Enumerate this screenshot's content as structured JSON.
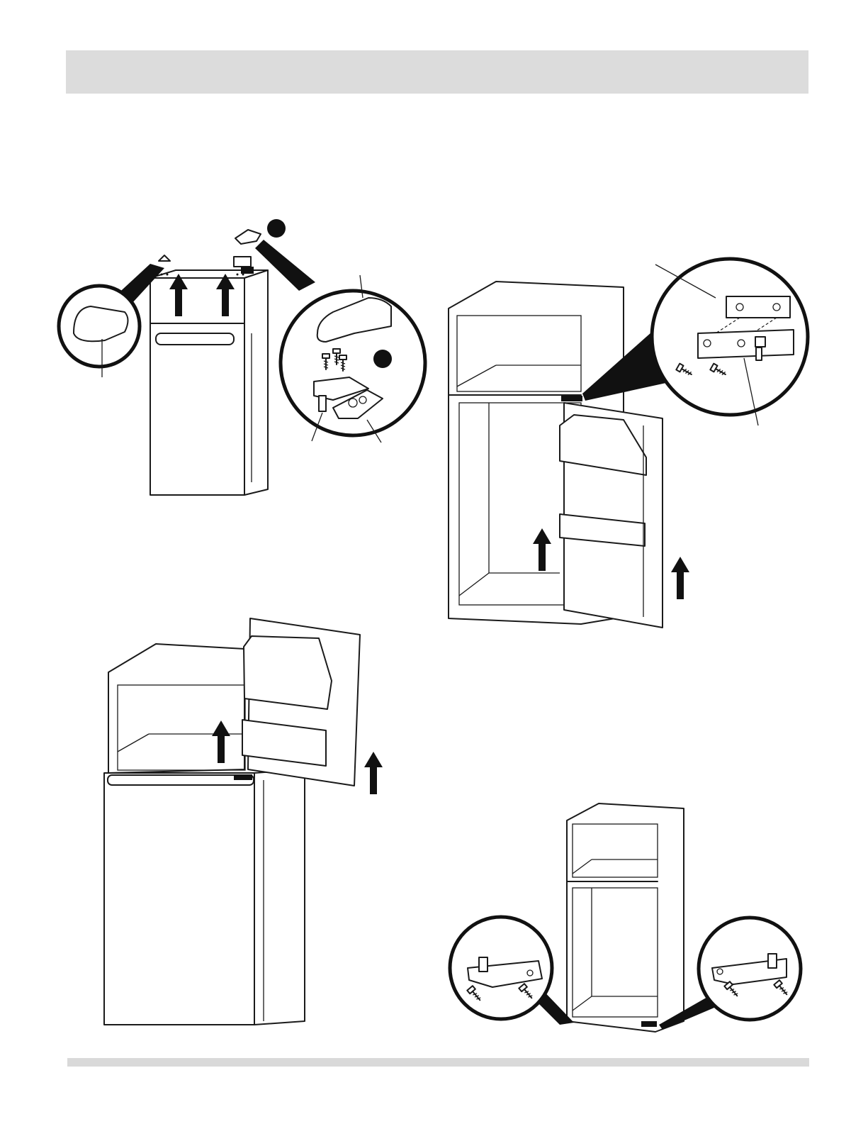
{
  "page": {
    "header_title": "",
    "footer_text": ""
  },
  "colors": {
    "band": "#dcdcdc",
    "line": "#1a1a1a"
  },
  "figures": [
    {
      "name": "top-hinge-removal",
      "icons": [
        "hinge-cover-icon",
        "hinge-screw-icon",
        "callout-magnifier-icon"
      ]
    },
    {
      "name": "freezer-door-lift",
      "icons": [
        "up-arrow-icon"
      ]
    },
    {
      "name": "center-hinge-removal",
      "icons": [
        "up-arrow-icon",
        "hinge-plate-icon"
      ]
    },
    {
      "name": "bottom-hinge-transfer",
      "icons": [
        "hinge-bracket-icon",
        "screw-icon"
      ]
    }
  ]
}
